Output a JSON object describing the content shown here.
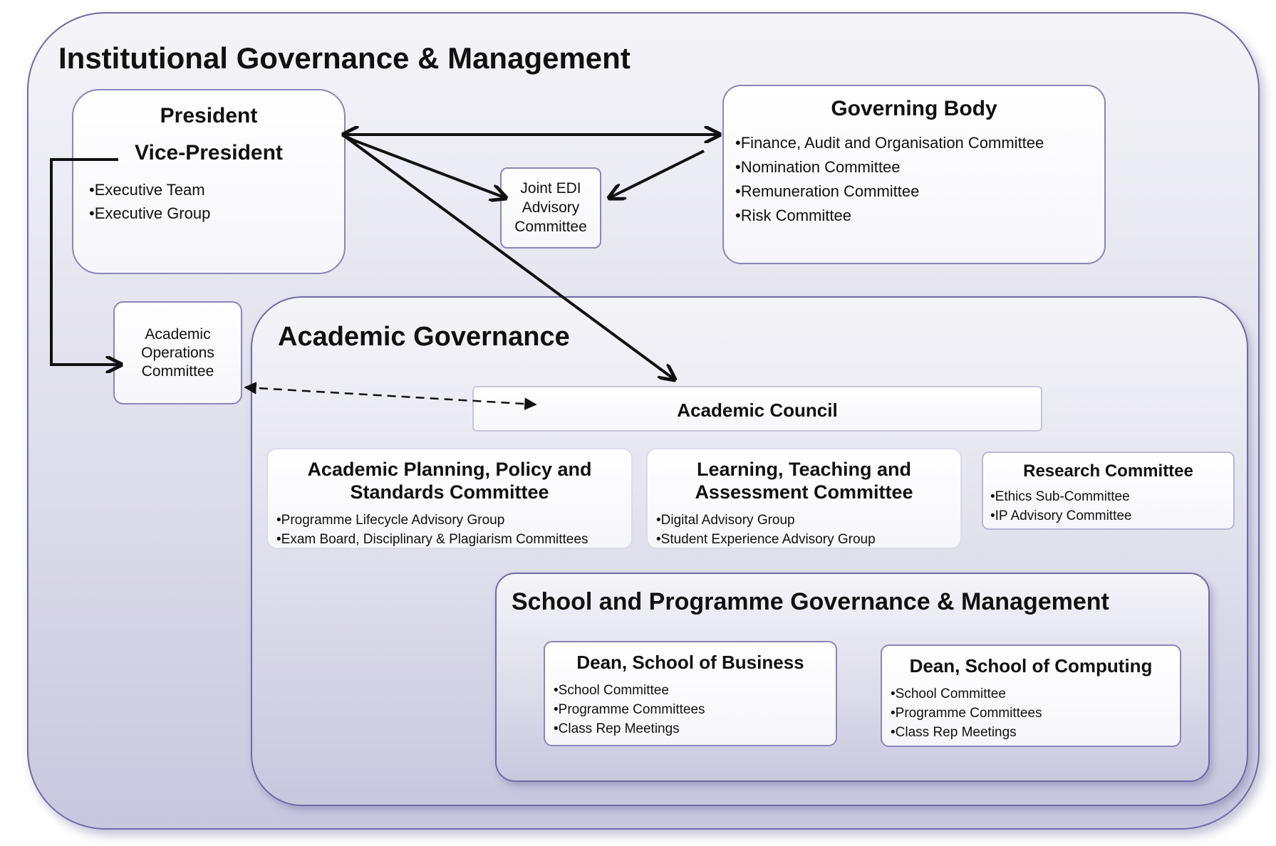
{
  "institutional": {
    "title": "Institutional Governance & Management"
  },
  "president": {
    "title": "President",
    "vp": "Vice-President",
    "items": [
      "•Executive Team",
      "•Executive Group"
    ]
  },
  "governing_body": {
    "title": "Governing Body",
    "items": [
      "•Finance, Audit and Organisation Committee",
      "•Nomination Committee",
      "•Remuneration Committee",
      "•Risk Committee"
    ]
  },
  "joint_edi": {
    "lines": [
      "Joint EDI",
      "Advisory",
      "Committee"
    ]
  },
  "academic_operations": {
    "lines": [
      "Academic",
      "Operations",
      "Committee"
    ]
  },
  "academic_governance": {
    "title": "Academic Governance",
    "council": "Academic Council",
    "planning": {
      "title_lines": [
        "Academic Planning, Policy and",
        "Standards Committee"
      ],
      "items": [
        "•Programme Lifecycle Advisory Group",
        "•Exam Board, Disciplinary & Plagiarism Committees"
      ]
    },
    "learning": {
      "title_lines": [
        "Learning, Teaching and",
        "Assessment Committee"
      ],
      "items": [
        "•Digital Advisory Group",
        "•Student Experience Advisory Group"
      ]
    },
    "research": {
      "title": "Research Committee",
      "items": [
        "•Ethics Sub-Committee",
        "•IP Advisory Committee"
      ]
    }
  },
  "school_governance": {
    "title": "School and Programme Governance & Management",
    "business": {
      "title": "Dean, School of Business",
      "items": [
        "•School Committee",
        "•Programme Committees",
        "•Class Rep Meetings"
      ]
    },
    "computing": {
      "title": "Dean, School of Computing",
      "items": [
        "•School Committee",
        "•Programme Committees",
        "•Class Rep Meetings"
      ]
    }
  },
  "colors": {
    "border": "#6f6aa6",
    "arrow": "#111111",
    "region_fill": "#dcdbea"
  }
}
